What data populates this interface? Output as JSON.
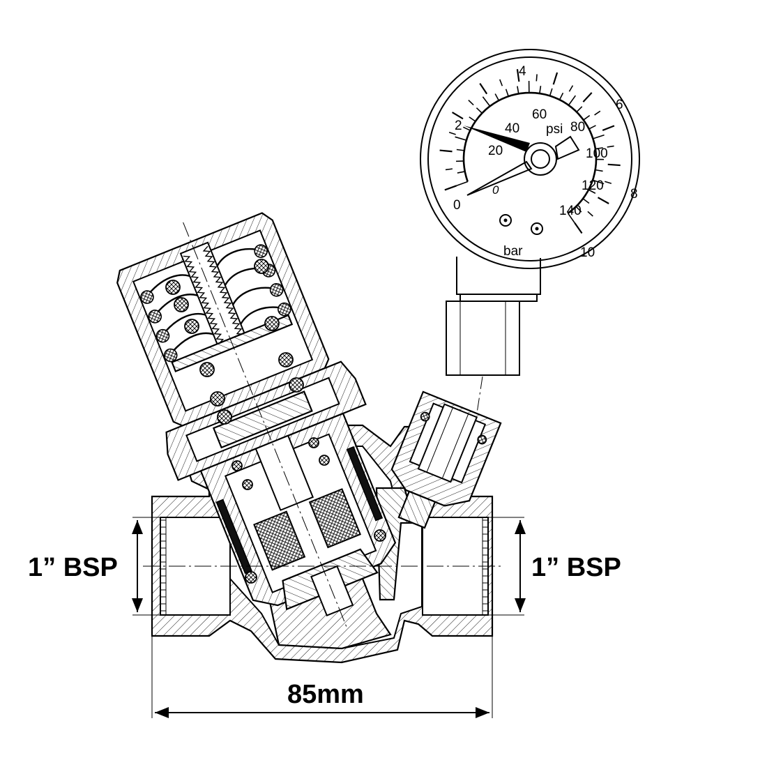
{
  "dimensions": {
    "left_port": "1” BSP",
    "right_port": "1” BSP",
    "length": "85mm"
  },
  "gauge": {
    "bar_ticks": [
      "0",
      "2",
      "4",
      "6",
      "8",
      "10"
    ],
    "psi_ticks": [
      "0",
      "20",
      "40",
      "60",
      "80",
      "100",
      "120",
      "140"
    ],
    "psi_unit": "psi",
    "bar_unit": "bar"
  }
}
